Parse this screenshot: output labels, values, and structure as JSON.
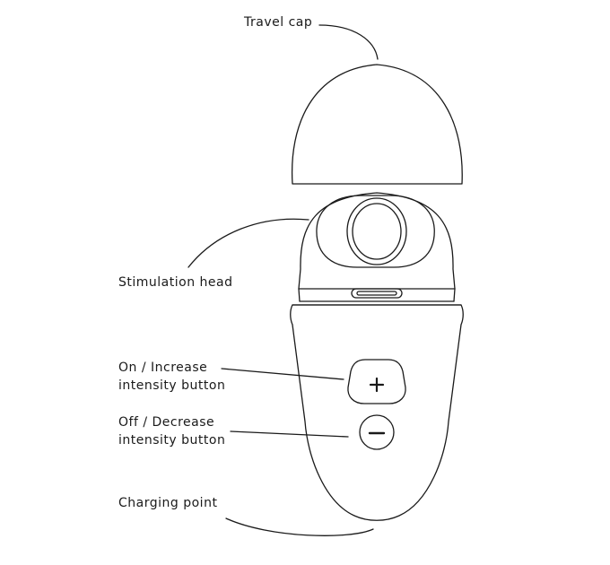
{
  "labels": {
    "travel_cap": "Travel cap",
    "stimulation_head": "Stimulation head",
    "on_increase_line1": "On / Increase",
    "on_increase_line2": "intensity button",
    "off_decrease_line1": "Off / Decrease",
    "off_decrease_line2": "intensity button",
    "charging_point": "Charging point"
  },
  "icons": {
    "plus_button": "plus-icon",
    "minus_button": "minus-icon"
  },
  "colors": {
    "stroke": "#1a1a1a",
    "background": "#ffffff"
  }
}
